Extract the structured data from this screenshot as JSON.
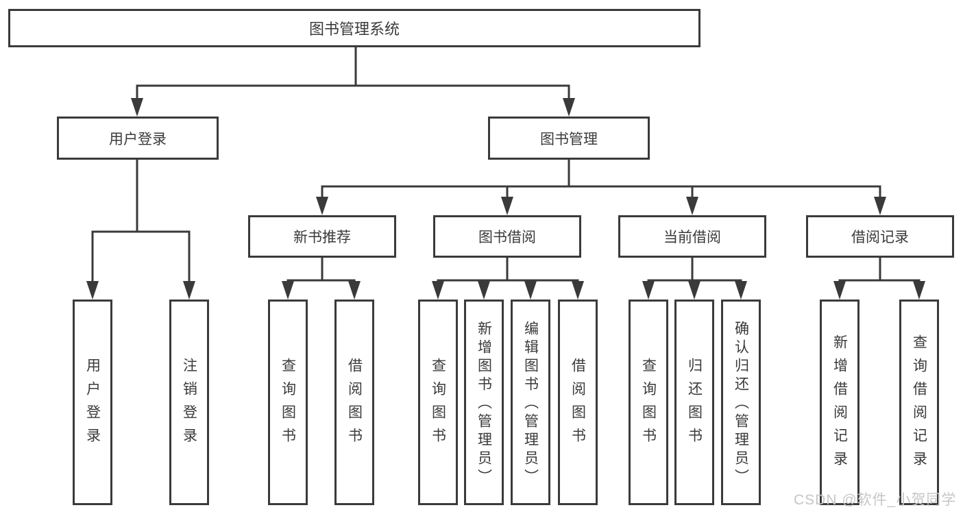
{
  "colors": {
    "background": "#ffffff",
    "line": "#3a3a3a",
    "box_border": "#3a3a3a",
    "text": "#3a3a3a",
    "watermark": "#c6c6c6"
  },
  "watermark": "CSDN @软件_小贺同学",
  "tree": {
    "root": "图书管理系统",
    "branches": [
      {
        "label": "用户登录",
        "children": [
          "用户登录",
          "注销登录"
        ]
      },
      {
        "label": "图书管理",
        "sections": [
          {
            "label": "新书推荐",
            "children": [
              "查询图书",
              "借阅图书"
            ]
          },
          {
            "label": "图书借阅",
            "children": [
              "查询图书",
              "新增图书（管理员）",
              "编辑图书（管理员）",
              "借阅图书"
            ]
          },
          {
            "label": "当前借阅",
            "children": [
              "查询图书",
              "归还图书",
              "确认归还（管理员）"
            ]
          },
          {
            "label": "借阅记录",
            "children": [
              "新增借阅记录",
              "查询借阅记录"
            ]
          }
        ]
      }
    ]
  }
}
